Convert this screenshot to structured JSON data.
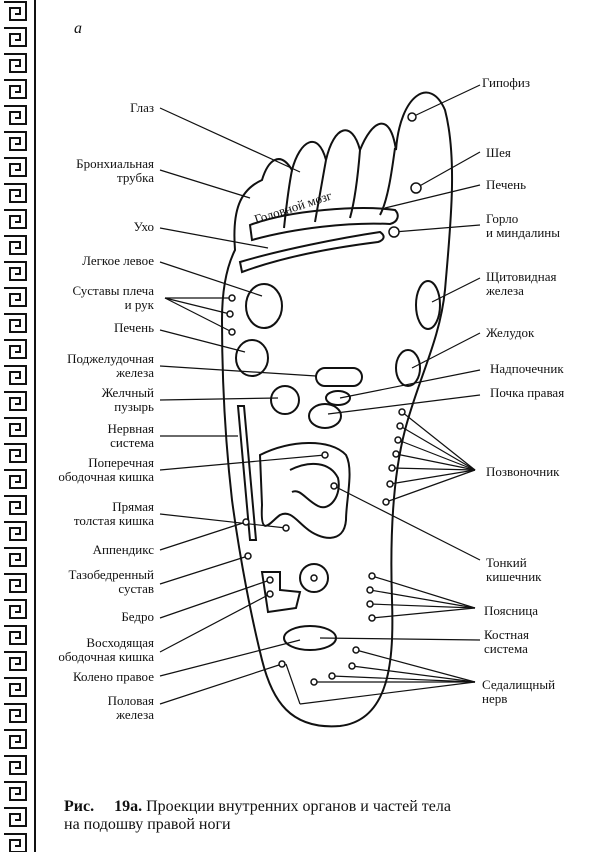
{
  "figure_letter": "а",
  "caption": {
    "prefix": "Рис.",
    "number": "19а.",
    "text": "Проекции внутренних органов и частей тела",
    "text2": "на подошву правой ноги"
  },
  "center_label": "Головной мозг",
  "left_labels": [
    "Глаз",
    "Бронхиальная\nтрубка",
    "Ухо",
    "Легкое левое",
    "Суставы плеча\nи рук",
    "Печень",
    "Поджелудочная\nжелеза",
    "Желчный\nпузырь",
    "Нервная\nсистема",
    "Поперечная\nободочная кишка",
    "Прямая\nтолстая кишка",
    "Аппендикс",
    "Тазобедренный\nсустав",
    "Бедро",
    "Восходящая\nободочная кишка",
    "Колено правое",
    "Половая\nжелеза"
  ],
  "right_labels": [
    "Гипофиз",
    "Шея",
    "Печень",
    "Горло\nи миндалины",
    "Щитовидная\nжелеза",
    "Желудок",
    "Надпочечник",
    "Почка правая",
    "Позвоночник",
    "Тонкий\nкишечник",
    "Поясница",
    "Костная\nсистема",
    "Седалищный\nнерв"
  ]
}
